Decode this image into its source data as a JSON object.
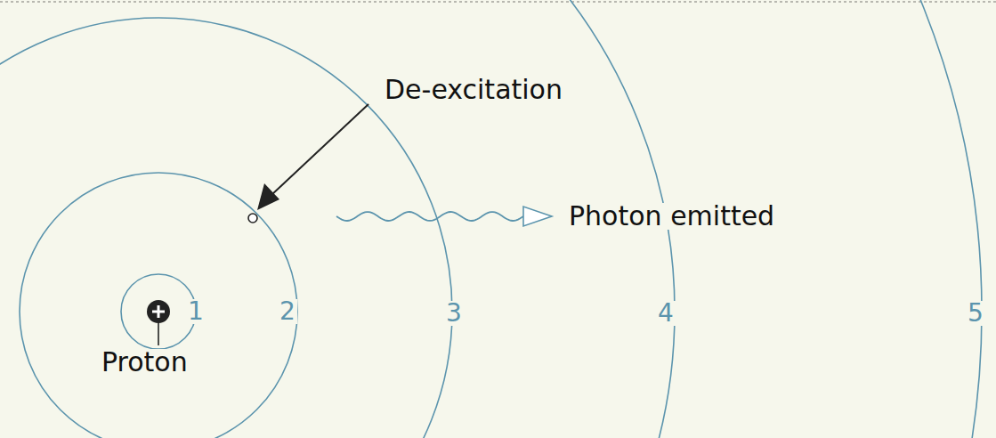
{
  "diagram": {
    "labels": [
      "1",
      "2",
      "3",
      "4",
      "5",
      "De-excitation",
      "Photon emitted",
      "Proton"
    ]
  }
}
